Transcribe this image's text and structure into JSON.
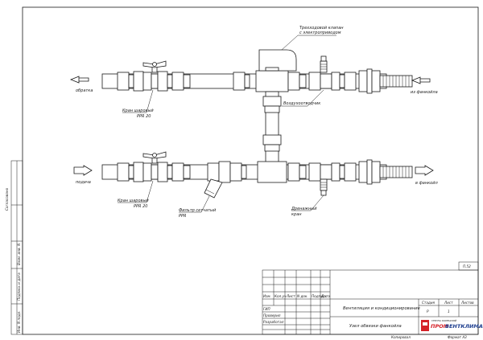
{
  "labels": {
    "return_in": "обратка",
    "from_coil": "из фанкойла",
    "supply_out": "подача",
    "to_coil": "в фанкойл",
    "valve_3way_line1": "Трехходовой клапан",
    "valve_3way_line2": "с электроприводом",
    "air_vent": "Воздухоотводчик",
    "ball_valve_top_line1": "Кран шаровый",
    "ball_valve_top_line2": "PPR 20",
    "ball_valve_bot_line1": "Кран шаровый",
    "ball_valve_bot_line2": "PPR 20",
    "filter_line1": "Фильтр сетчатый",
    "filter_line2": "PPR",
    "drain_line1": "Дренажный",
    "drain_line2": "кран"
  },
  "side_stamp": {
    "agreed": "Согласовано",
    "inv_repl": "Взам. инв. N",
    "sign_date": "Подпись и дата",
    "inv_orig": "Инв. N подл."
  },
  "title_block": {
    "code": "П.52",
    "headers": [
      "Изм.",
      "Кол.уч",
      "Лист",
      "N док.",
      "Подпись",
      "Дата"
    ],
    "roles": [
      "ГИП",
      "Проверил",
      "Разработал"
    ],
    "project": "Вентиляция и кондиционирование",
    "sheet_title": "Узел обвязки фанкойла",
    "stage_label": "Стадия",
    "stage_value": "Р",
    "sheet_label": "Лист",
    "sheet_value": "1",
    "sheets_label": "Листов",
    "sheets_value": "",
    "company_small": "ГРУППА КОМПАНИЙ",
    "company_a": "ПРОМ",
    "company_b": "ВЕНТКЛИМАТ"
  },
  "footer": {
    "copied": "Копировал",
    "format": "Формат А3"
  },
  "colors": {
    "ink": "#1a1a1a",
    "logo_red": "#d42027",
    "logo_blue": "#1f3f8f"
  }
}
